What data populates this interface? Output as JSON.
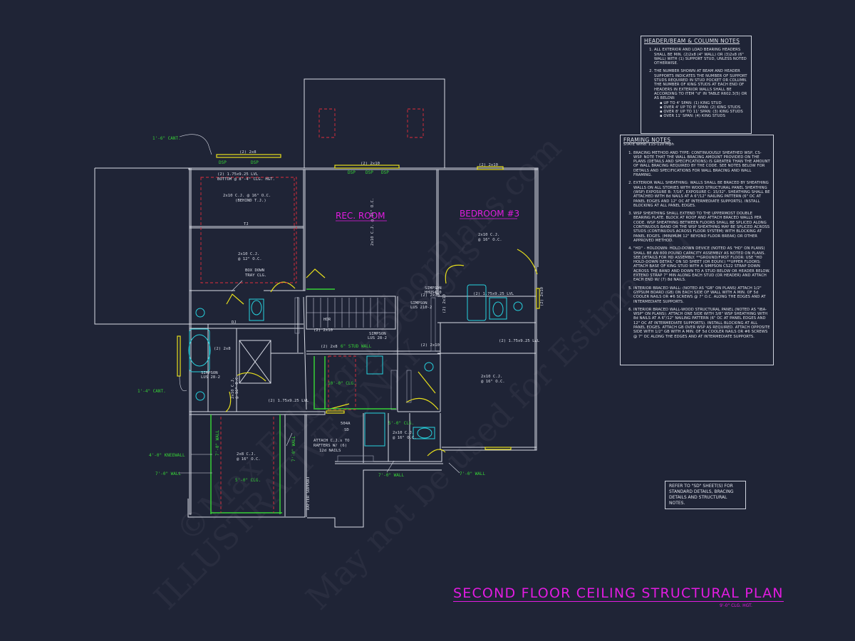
{
  "title": {
    "main": "SECOND FLOOR CEILING STRUCTURAL PLAN",
    "sub": "9'-0\" CLG. HGT."
  },
  "header_notes": {
    "title": "HEADER/BEAM & COLUMN NOTES",
    "items": [
      "ALL EXTERIOR AND LOAD BEARING HEADERS SHALL BE MIN. (2)2x8 (4\" WALL) OR (3)2x8 (6\" WALL) WITH (1) SUPPORT STUD, UNLESS NOTED OTHERWISE.",
      "THE NUMBER SHOWN AT BEAM AND HEADER SUPPORTS INDICATES THE NUMBER OF SUPPORT STUDS REQUIRED IN STUD POCKET OR COLUMN. THE NUMBER OF KING STUDS AT EACH END OF HEADERS IN EXTERIOR WALLS SHALL BE ACCORDING TO ITEM \"d\" IN TABLE R602.3(5) OR AS BELOW:"
    ],
    "bullets": [
      "UP TO 4' SPAN: (1) KING STUD",
      "OVER 4' UP TO 8' SPAN: (2) KING STUDS",
      "OVER 8' UP TO 11' SPAN: (3) KING STUDS",
      "OVER 11' SPAN: (4) KING STUDS"
    ]
  },
  "framing_notes": {
    "title": "FRAMING NOTES",
    "subtitle": "STATE Wind: 115-120 mph",
    "items": [
      "BRACING METHOD AND TYPE: CONTINUOUSLY SHEATHED WSP, CS-WSP. NOTE THAT THE WALL BRACING AMOUNT PROVIDED ON THE PLANS (DETAILS AND SPECIFICATIONS) IS GREATER THAN THE AMOUNT OF WALL BRACING REQUIRED BY THE CODE. SEE NOTES BELOW FOR DETAILS AND SPECIFICATIONS FOR WALL BRACING AND WALL FRAMING.",
      "EXTERIOR WALL SHEATHING: WALLS SHALL BE BRACED BY SHEATHING WALLS ON ALL STORIES WITH WOOD STRUCTURAL PANEL SHEATHING (WSP) EXPOSURE B: 7/16\", EXPOSURE C: 15/32\". SHEATHING SHALL BE ATTACHED WITH 8d NAILS AT A 6\"/12\" NAILING PATTERN (6\" OC AT PANEL EDGES AND 12\" OC AT INTERMEDIATE SUPPORTS). INSTALL BLOCKING AT ALL PANEL EDGES.",
      "WSP SHEATHING SHALL EXTEND TO THE UPPERMOST DOUBLE BEARING PLATE. BLOCK AT ROOF AND ATTACH BRACED WALLS PER CODE. WSP SHEATHING BETWEEN FLOORS SHALL BE SPLICED ALONG CONTINUOUS BAND OR THE WSP SHEATHING MAY BE SPLICED ACROSS STUDS (CONTINUOUS ACROSS FLOOR SYSTEM) WITH BLOCKING AT PANEL EDGES. (MINIMUM 12\" BEYOND FLOOR BREAK) OR OTHER APPROVED METHOD.",
      "\"HD\" - HOLDOWN: HOLD-DOWN DEVICE (NOTED AS \"HD\" ON PLANS) SHALL BE AN 800 POUND CAPACITY ASSEMBLY AS NOTED ON PLANS. SEE DETAILS FOR HD ASSEMBLY. **GROUND/FIRST FLOOR: USE \"HD HOLD-DOWN DETAIL\" ON SD SHEET (OR EQUIV.) **UPPER FLOORS: ATTACH BASE OF KING STUD WITH A SIMPSON CS22 STRAP DOWN ACROSS THE BAND AND DOWN TO A STUD BELOW OR HEADER BELOW. EXTEND STRAP 7\" MIN ALONG EACH STUD (OR HEADER) AND ATTACH EACH END W/ (7) 8d NAILS.",
      "INTERIOR BRACED WALL: (NOTED AS \"GB\" ON PLANS) ATTACH 1/2\" GYPSUM BOARD (GB) ON EACH SIDE OF WALL WITH A MIN. OF 5d COOLER NAILS OR #6 SCREWS @ 7\" O.C. ALONG THE EDGES AND AT INTERMEDIATE SUPPORTS.",
      "INTERIOR BRACED WALL-WOOD STRUCTURAL PANEL (NOTED AS \"IBA-WSP\" ON PLANS): ATTACH ONE SIDE WITH 3/8\" WSP SHEATHING WITH 8d NAILS AT A 6\"/12\" NAILING PATTERN (6\" OC AT PANEL EDGES AND 12\" OC AT INTERMEDIATE SUPPORTS). INSTALL BLOCKING AT ALL PANEL EDGES. ATTACH GB OVER WSP AS REQUIRED. ATTACH OPPOSITE SIDE WITH 1/2\" GB WITH A MIN. OF 5d COOLER NAILS OR #6 SCREWS @ 7\" OC ALONG THE EDGES AND AT INTERMEDIATE SUPPORTS."
    ]
  },
  "refer_note": "REFER TO \"SD\" SHEET(S) FOR STANDARD DETAILS, BRACING DETAILS AND STRUCTURAL NOTES.",
  "rooms": {
    "rec": "REC. ROOM",
    "bed3": "BEDROOM #3"
  },
  "green_labels": {
    "cant1": "1'-6\" CANT.",
    "cant2": "1'-4\" CANT.",
    "kneewall": "4'-0\" KNEEWALL",
    "wall7a": "7'-0\" WALL",
    "wall7b": "7'-0\" WALL",
    "wall7c": "7'-0\" WALL",
    "wall7d": "7'-0\" WALL",
    "wall7e": "7'-0\" WALL",
    "clg10": "10'-0\" CLG.",
    "clg5a": "5'-0\" CLG.",
    "clg5b": "5'-0\" CLG.",
    "stud": "6\" STUD WALL",
    "dsp1": "DSP",
    "dsp2": "DSP",
    "dsp3": "DSP",
    "dsp4": "DSP",
    "dsp5": "DSP"
  },
  "labels": {
    "h_2x8": "(2) 2x8",
    "lvl_top": "(2) 1.75x9.25 LVL",
    "bottom": "BOTTOM @ 8'-4\" CLG. HGT.",
    "cj1": "2x10 C.J. @ 16\" O.C.",
    "behind": "(BEHIND T.J.)",
    "tj": "TJ",
    "cj2": "2x10 C.J.",
    "cj2b": "@ 12\" O.C.",
    "boxdown": "BOX DOWN",
    "tray": "TRAY CLG.",
    "h_2x10a": "(2) 2x10",
    "h_2x10b": "(2) 2x10",
    "rec_cj": "2x10 C.J. @ 16\" O.C.",
    "bed_cj": "2x10 C.J.",
    "bed_cj2": "@ 16\" O.C.",
    "simp1": "SIMPSON",
    "simp1b": "HHUS410",
    "lvl2": "(2) 1.75x9.25 LVL",
    "h_2x10c": "(2) 2x10",
    "dj": "DJ",
    "hdr": "HDR",
    "simp2": "SIMPSON",
    "simp2b": "LUS 210-2",
    "simp3": "SIMPSON",
    "simp3b": "LUS 28-2",
    "simp4": "SIMPSON",
    "simp4b": "LUS 28-2",
    "h_2x8b": "(2) 2x8",
    "h_2x8c": "(2) 2x8",
    "h_2x10d": "(2) 2x10",
    "h_2x10e": "(2) 2x10",
    "lvl3": "(2) 1.75x9.25 LVL",
    "cj3": "2x10 C.J.",
    "cj3b": "@ 16\" O.C.",
    "cj4": "2x10 C.J.",
    "cj4b": "@ 16\" O.C.",
    "lvl4": "(2) 1.75x9.25 LVL",
    "cj5": "2x8 C.J.",
    "cj5b": "@ 16\" O.C.",
    "attach1": "ATTACH C.J.s TO",
    "attach2": "RAFTERS W/ (6)",
    "attach3": "12d NAILS",
    "rafter": "RAFTER SUPPORT",
    "cj6": "2x10 C.J.",
    "cj6b": "@ 16\" O.C.",
    "d_tag1": "504A",
    "d_tag2": "SD",
    "h_2x10f": "(2) 2x10",
    "h_2x10g": "(2) 2x10"
  },
  "watermarks": [
    "©Max Fulbright Designs",
    "ILLUSTRATIVE ONLY",
    "May not be used for Estimating",
    "FloorPlans.com"
  ]
}
